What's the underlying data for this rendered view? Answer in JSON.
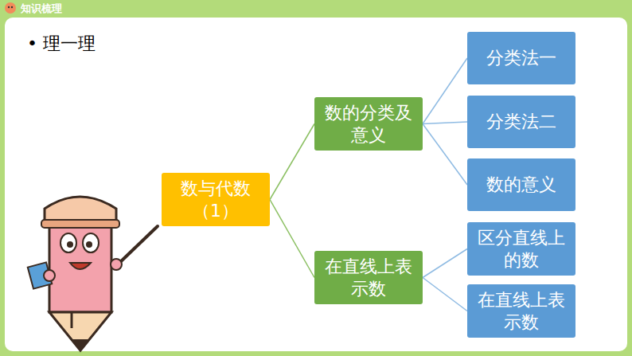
{
  "diagram": {
    "nodes": [
      {
        "text": [
          "数与代数 （1）"
        ]
      },
      {
        "text": [
          "数的分类及意义"
        ]
      },
      {
        "text": [
          "在直线上表示数"
        ]
      },
      {
        "text": [
          "分类法一"
        ]
      },
      {
        "text": [
          "分类法二"
        ]
      },
      {
        "text": [
          "数的意义"
        ]
      },
      {
        "text": [
          "区分直线上的数"
        ]
      },
      {
        "text": [
          "在直线上表示数"
        ]
      }
    ],
    "edges": [
      {
        "from": 0,
        "to": 1,
        "arrow": "none"
      },
      {
        "from": 0,
        "to": 2,
        "arrow": "none"
      },
      {
        "from": 1,
        "to": 3,
        "arrow": "none"
      },
      {
        "from": 1,
        "to": 4,
        "arrow": "none"
      },
      {
        "from": 1,
        "to": 5,
        "arrow": "none"
      },
      {
        "from": 2,
        "to": 6,
        "arrow": "none"
      },
      {
        "from": 2,
        "to": 7,
        "arrow": "none"
      }
    ],
    "labels": [
      "知识梳理",
      "• 理一理"
    ]
  }
}
